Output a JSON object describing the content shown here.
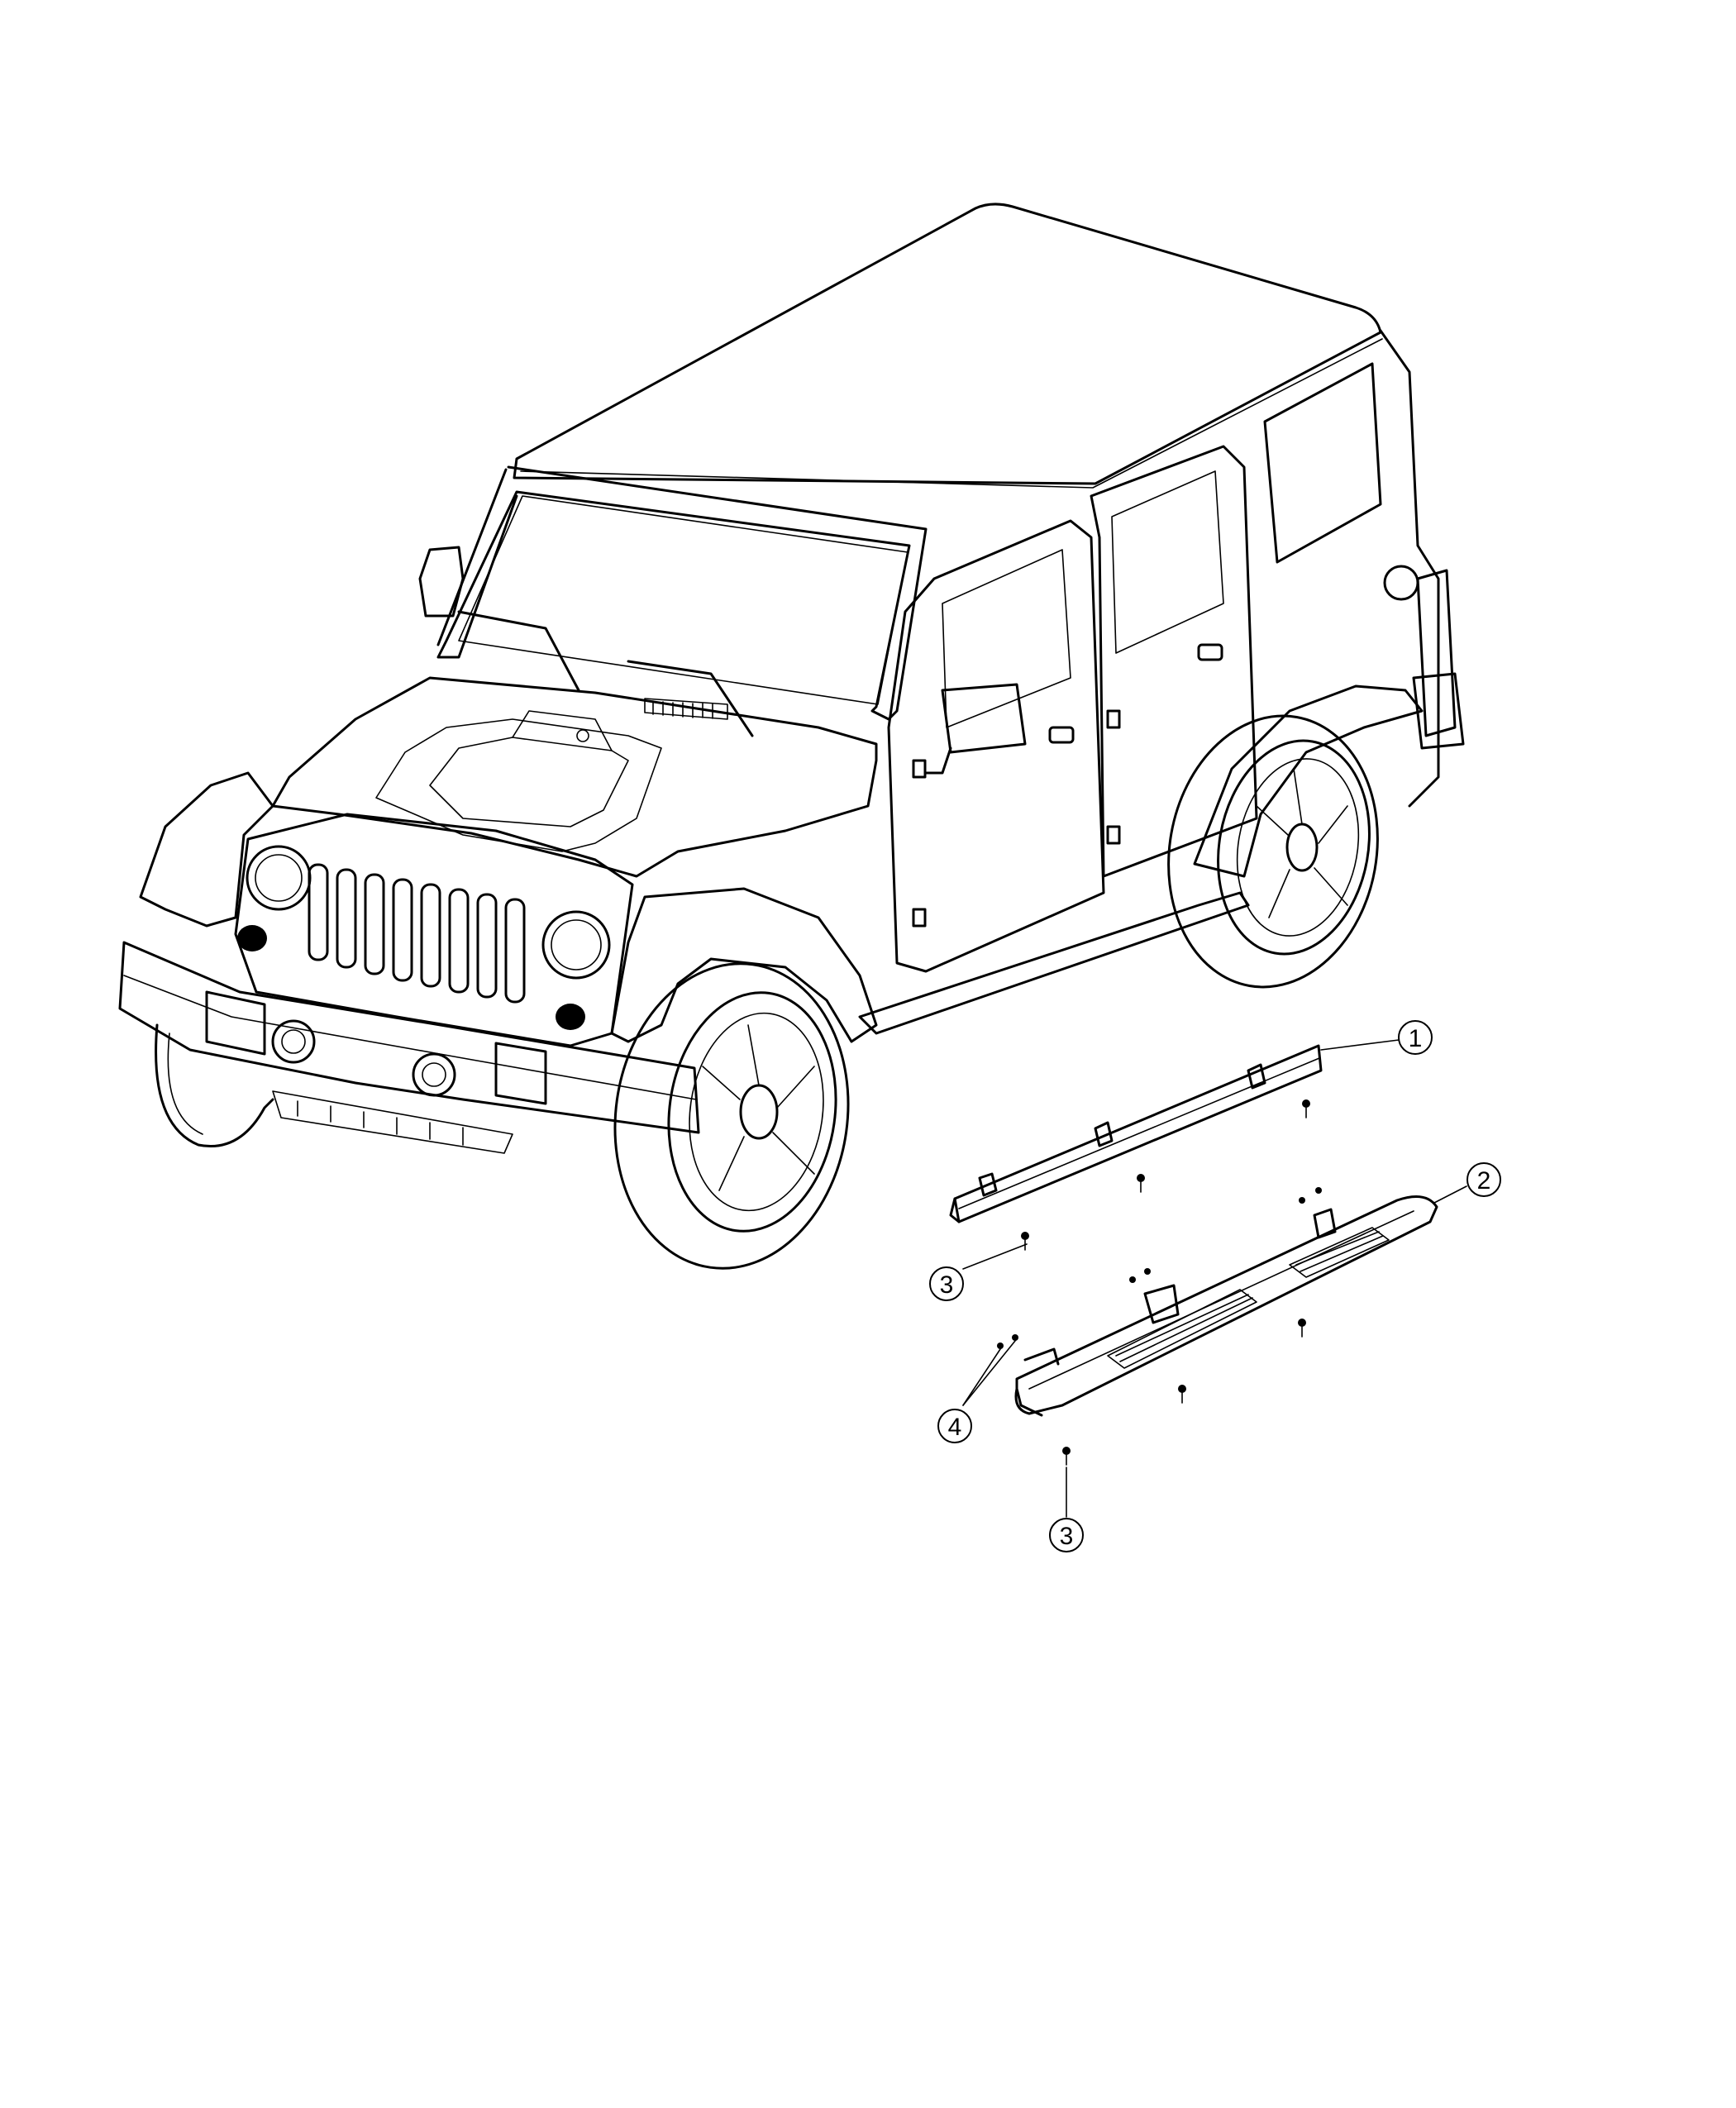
{
  "colors": {
    "line": "#000000",
    "background": "#ffffff"
  },
  "callouts": [
    {
      "id": "c1",
      "label": "1"
    },
    {
      "id": "c2",
      "label": "2"
    },
    {
      "id": "c3a",
      "label": "3"
    },
    {
      "id": "c3b",
      "label": "3"
    },
    {
      "id": "c4",
      "label": "4"
    }
  ]
}
